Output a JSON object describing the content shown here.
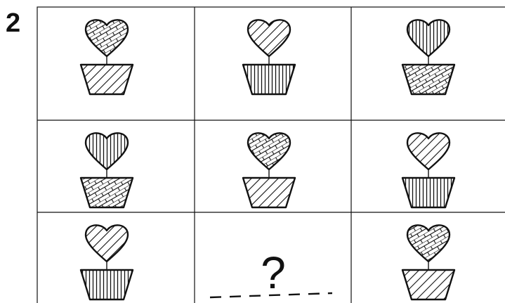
{
  "puzzle": {
    "number": "2",
    "missing_symbol": "?"
  },
  "grid": {
    "rows": 3,
    "cols": 3,
    "cells": [
      {
        "row": 1,
        "col": 1,
        "heart": "brick",
        "pot": "diagonal"
      },
      {
        "row": 1,
        "col": 2,
        "heart": "diagonal",
        "pot": "vertical"
      },
      {
        "row": 1,
        "col": 3,
        "heart": "vertical",
        "pot": "brick"
      },
      {
        "row": 2,
        "col": 1,
        "heart": "vertical",
        "pot": "brick"
      },
      {
        "row": 2,
        "col": 2,
        "heart": "brick",
        "pot": "diagonal"
      },
      {
        "row": 2,
        "col": 3,
        "heart": "diagonal",
        "pot": "vertical"
      },
      {
        "row": 3,
        "col": 1,
        "heart": "diagonal",
        "pot": "vertical"
      },
      {
        "row": 3,
        "col": 2,
        "missing": true
      },
      {
        "row": 3,
        "col": 3,
        "heart": "brick",
        "pot": "diagonal"
      }
    ]
  },
  "colors": {
    "line": "#111111",
    "background": "#ffffff"
  }
}
